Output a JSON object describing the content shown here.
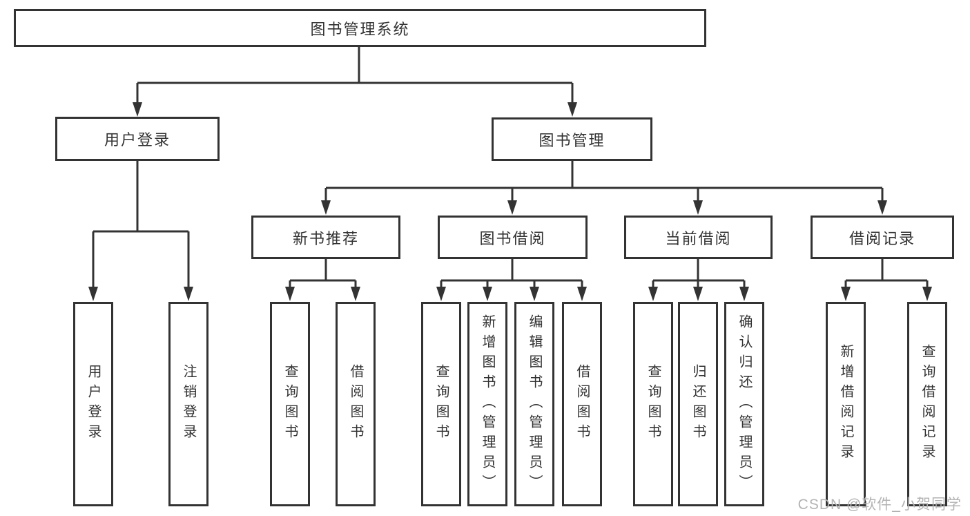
{
  "diagram": {
    "title": "图书管理系统",
    "branches": {
      "user_login": {
        "label": "用户登录",
        "children": [
          {
            "label": "用户登录"
          },
          {
            "label": "注销登录"
          }
        ]
      },
      "book_management": {
        "label": "图书管理",
        "sections": [
          {
            "label": "新书推荐",
            "children": [
              {
                "label": "查询图书"
              },
              {
                "label": "借阅图书"
              }
            ]
          },
          {
            "label": "图书借阅",
            "children": [
              {
                "label": "查询图书"
              },
              {
                "label": "新增图书（管理员）"
              },
              {
                "label": "编辑图书（管理员）"
              },
              {
                "label": "借阅图书"
              }
            ]
          },
          {
            "label": "当前借阅",
            "children": [
              {
                "label": "查询图书"
              },
              {
                "label": "归还图书"
              },
              {
                "label": "确认归还（管理员）"
              }
            ]
          },
          {
            "label": "借阅记录",
            "children": [
              {
                "label": "新增借阅记录"
              },
              {
                "label": "查询借阅记录"
              }
            ]
          }
        ]
      }
    }
  },
  "watermark": {
    "text": "CSDN @软件_小贺同学"
  },
  "colors": {
    "line": "#333333",
    "box_border": "#333333",
    "text": "#333333",
    "watermark": "#b3b3b3",
    "background": "#ffffff"
  }
}
